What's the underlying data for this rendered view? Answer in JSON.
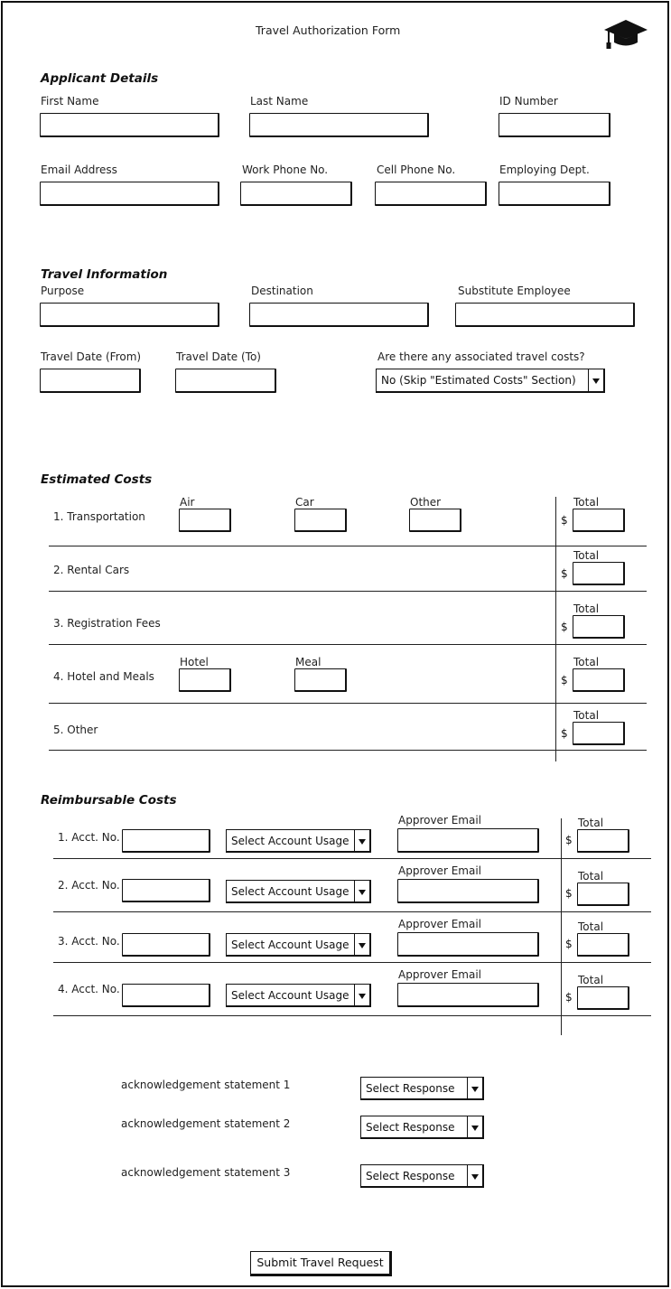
{
  "form": {
    "title": "Travel Authorization Form",
    "logo_icon": "graduation-cap-icon"
  },
  "applicant": {
    "heading": "Applicant Details",
    "first_name": "First Name",
    "last_name": "Last Name",
    "id_number": "ID Number",
    "email": "Email Address",
    "work_phone": "Work Phone No.",
    "cell_phone": "Cell Phone No.",
    "dept": "Employing Dept."
  },
  "travel": {
    "heading": "Travel Information",
    "purpose": "Purpose",
    "destination": "Destination",
    "substitute": "Substitute Employee",
    "date_from": "Travel Date (From)",
    "date_to": "Travel Date (To)",
    "costs_question": "Are there any associated travel costs?",
    "costs_selected": "No (Skip \"Estimated Costs\" Section)"
  },
  "estimated": {
    "heading": "Estimated Costs",
    "currency": "$",
    "total_label": "Total",
    "rows": [
      {
        "label": "1.  Transportation"
      },
      {
        "label": "2.  Rental Cars"
      },
      {
        "label": "3.  Registration Fees"
      },
      {
        "label": "4.  Hotel and Meals"
      },
      {
        "label": "5. Other"
      }
    ],
    "air": "Air",
    "car": "Car",
    "other": "Other",
    "hotel": "Hotel",
    "meal": "Meal"
  },
  "reimbursable": {
    "heading": "Reimbursable Costs",
    "currency": "$",
    "total_label": "Total",
    "approver_label": "Approver Email",
    "usage_placeholder": "Select Account Usage",
    "rows": [
      {
        "label": "1.  Acct. No."
      },
      {
        "label": "2.  Acct. No."
      },
      {
        "label": "3.  Acct. No."
      },
      {
        "label": "4.  Acct. No."
      }
    ]
  },
  "acknowledgements": [
    {
      "statement": "acknowledgement statement 1",
      "selected": "Select Response"
    },
    {
      "statement": "acknowledgement statement 2",
      "selected": "Select Response"
    },
    {
      "statement": "acknowledgement statement 3",
      "selected": "Select Response"
    }
  ],
  "submit_label": "Submit Travel Request"
}
